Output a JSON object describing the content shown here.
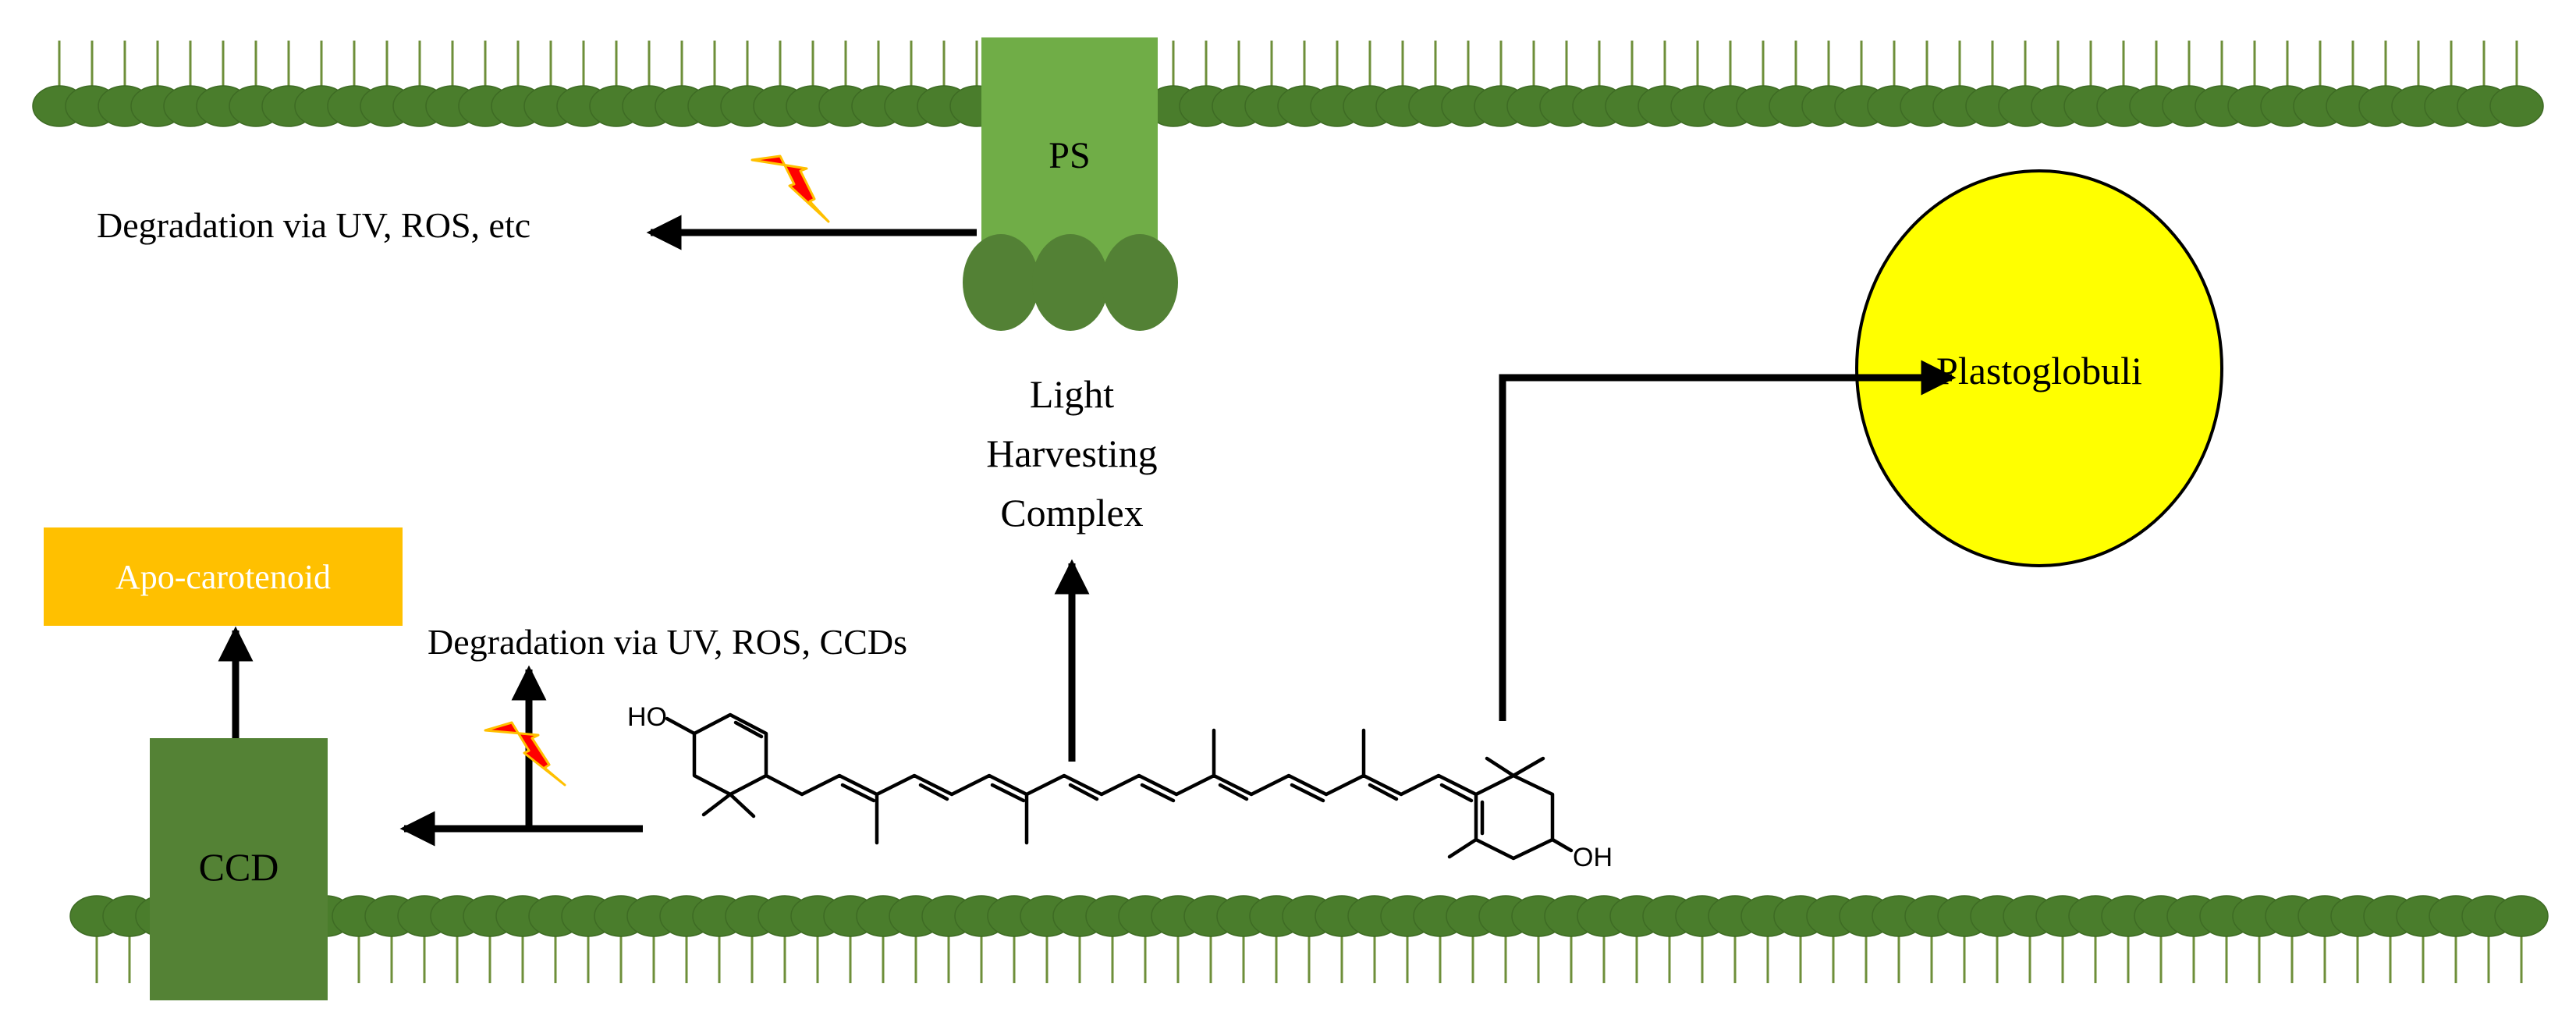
{
  "labels": {
    "ps": "PS",
    "degradation_top": "Degradation via UV, ROS, etc",
    "light_harvesting": [
      "Light",
      "Harvesting",
      "Complex"
    ],
    "plastoglobuli": "Plastoglobuli",
    "apo_carotenoid": "Apo-carotenoid",
    "degradation_bottom": "Degradation via UV, ROS, CCDs",
    "ccd": "CCD",
    "ho": "HO",
    "oh": "OH"
  },
  "colors": {
    "membrane_head": "#4a7d2c",
    "membrane_tail": "#6e8f3a",
    "ps_box": "#70ad47",
    "ps_lobes": "#538135",
    "ccd_box": "#548235",
    "apo_box": "#ffc000",
    "plastoglobuli_fill": "#ffff00",
    "lightning_fill": "#ff0000",
    "lightning_stroke": "#ffc000",
    "arrow": "#000000"
  },
  "icons": [
    "lightning-bolt-icon",
    "lightning-bolt-icon"
  ]
}
